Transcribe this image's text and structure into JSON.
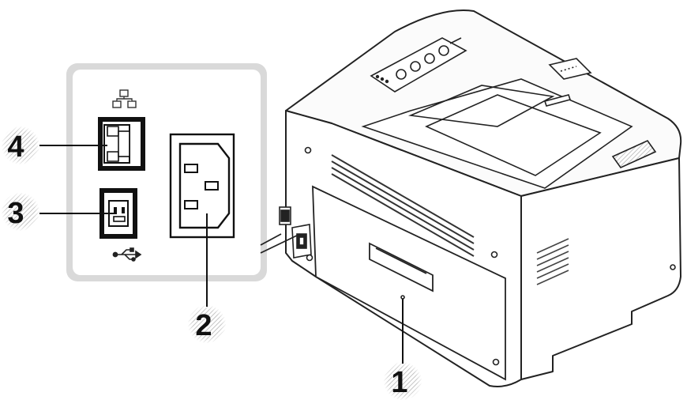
{
  "diagram": {
    "callouts": [
      {
        "id": "1",
        "label": "1"
      },
      {
        "id": "2",
        "label": "2"
      },
      {
        "id": "3",
        "label": "3"
      },
      {
        "id": "4",
        "label": "4"
      }
    ],
    "icons": {
      "network": "network-icon",
      "usb": "usb-icon"
    }
  }
}
